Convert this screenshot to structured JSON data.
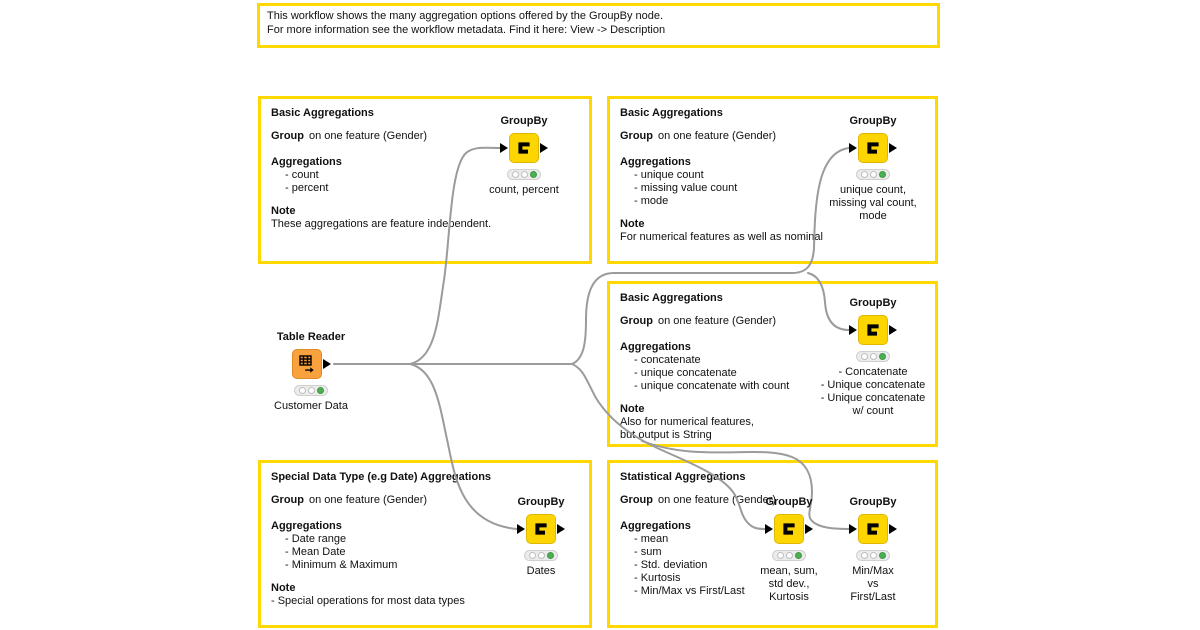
{
  "annotation": {
    "line1": "This workflow shows the many aggregation options offered by the GroupBy node.",
    "line2": "For more information see the workflow metadata. Find it here: View -> Description"
  },
  "boxes": {
    "basic1": {
      "title": "Basic Aggregations",
      "group_label": "Group",
      "group_text": "on one feature (Gender)",
      "agg_label": "Aggregations",
      "items": [
        "- count",
        "- percent"
      ],
      "note_label": "Note",
      "note_lines": [
        "These aggregations are feature independent."
      ]
    },
    "basic2": {
      "title": "Basic Aggregations",
      "group_label": "Group",
      "group_text": "on one feature (Gender)",
      "agg_label": "Aggregations",
      "items": [
        "- unique count",
        "- missing value count",
        "- mode"
      ],
      "note_label": "Note",
      "note_lines": [
        "For numerical features as well as nominal"
      ]
    },
    "basic3": {
      "title": "Basic Aggregations",
      "group_label": "Group",
      "group_text": "on one feature (Gender)",
      "agg_label": "Aggregations",
      "items": [
        "- concatenate",
        "- unique concatenate",
        "- unique concatenate with count"
      ],
      "note_label": "Note",
      "note_lines": [
        "Also for numerical features,",
        "but output is String"
      ]
    },
    "date": {
      "title": "Special Data Type (e.g Date) Aggregations",
      "group_label": "Group",
      "group_text": "on one feature (Gender)",
      "agg_label": "Aggregations",
      "items": [
        "- Date range",
        "- Mean Date",
        "- Minimum & Maximum"
      ],
      "note_label": "Note",
      "note_lines": [
        "- Special operations for most data types"
      ]
    },
    "stats": {
      "title": "Statistical Aggregations",
      "group_label": "Group",
      "group_text": "on one feature (Gender)",
      "agg_label": "Aggregations",
      "items": [
        "- mean",
        "- sum",
        "- Std. deviation",
        "- Kurtosis",
        "- Min/Max vs First/Last"
      ]
    }
  },
  "nodes": {
    "table_reader": {
      "label": "Table Reader",
      "caption": [
        "Customer Data"
      ]
    },
    "gb_tl": {
      "label": "GroupBy",
      "caption": [
        "count, percent"
      ]
    },
    "gb_tr": {
      "label": "GroupBy",
      "caption": [
        "unique count,",
        "missing val count,",
        "mode"
      ]
    },
    "gb_mr": {
      "label": "GroupBy",
      "caption": [
        "- Concatenate",
        "- Unique concatenate",
        "- Unique concatenate",
        "w/ count"
      ]
    },
    "gb_bl": {
      "label": "GroupBy",
      "caption": [
        "Dates"
      ]
    },
    "gb_bm": {
      "label": "GroupBy",
      "caption": [
        "mean, sum,",
        "std dev.,",
        "Kurtosis"
      ]
    },
    "gb_br": {
      "label": "GroupBy",
      "caption": [
        "Min/Max",
        "vs",
        "First/Last"
      ]
    }
  },
  "colors": {
    "annotation_border": "#ffd800",
    "groupby_fill": "#fdd500",
    "reader_fill": "#f8a23d",
    "status_green": "#4caf50",
    "wire": "#9b9b9b"
  }
}
